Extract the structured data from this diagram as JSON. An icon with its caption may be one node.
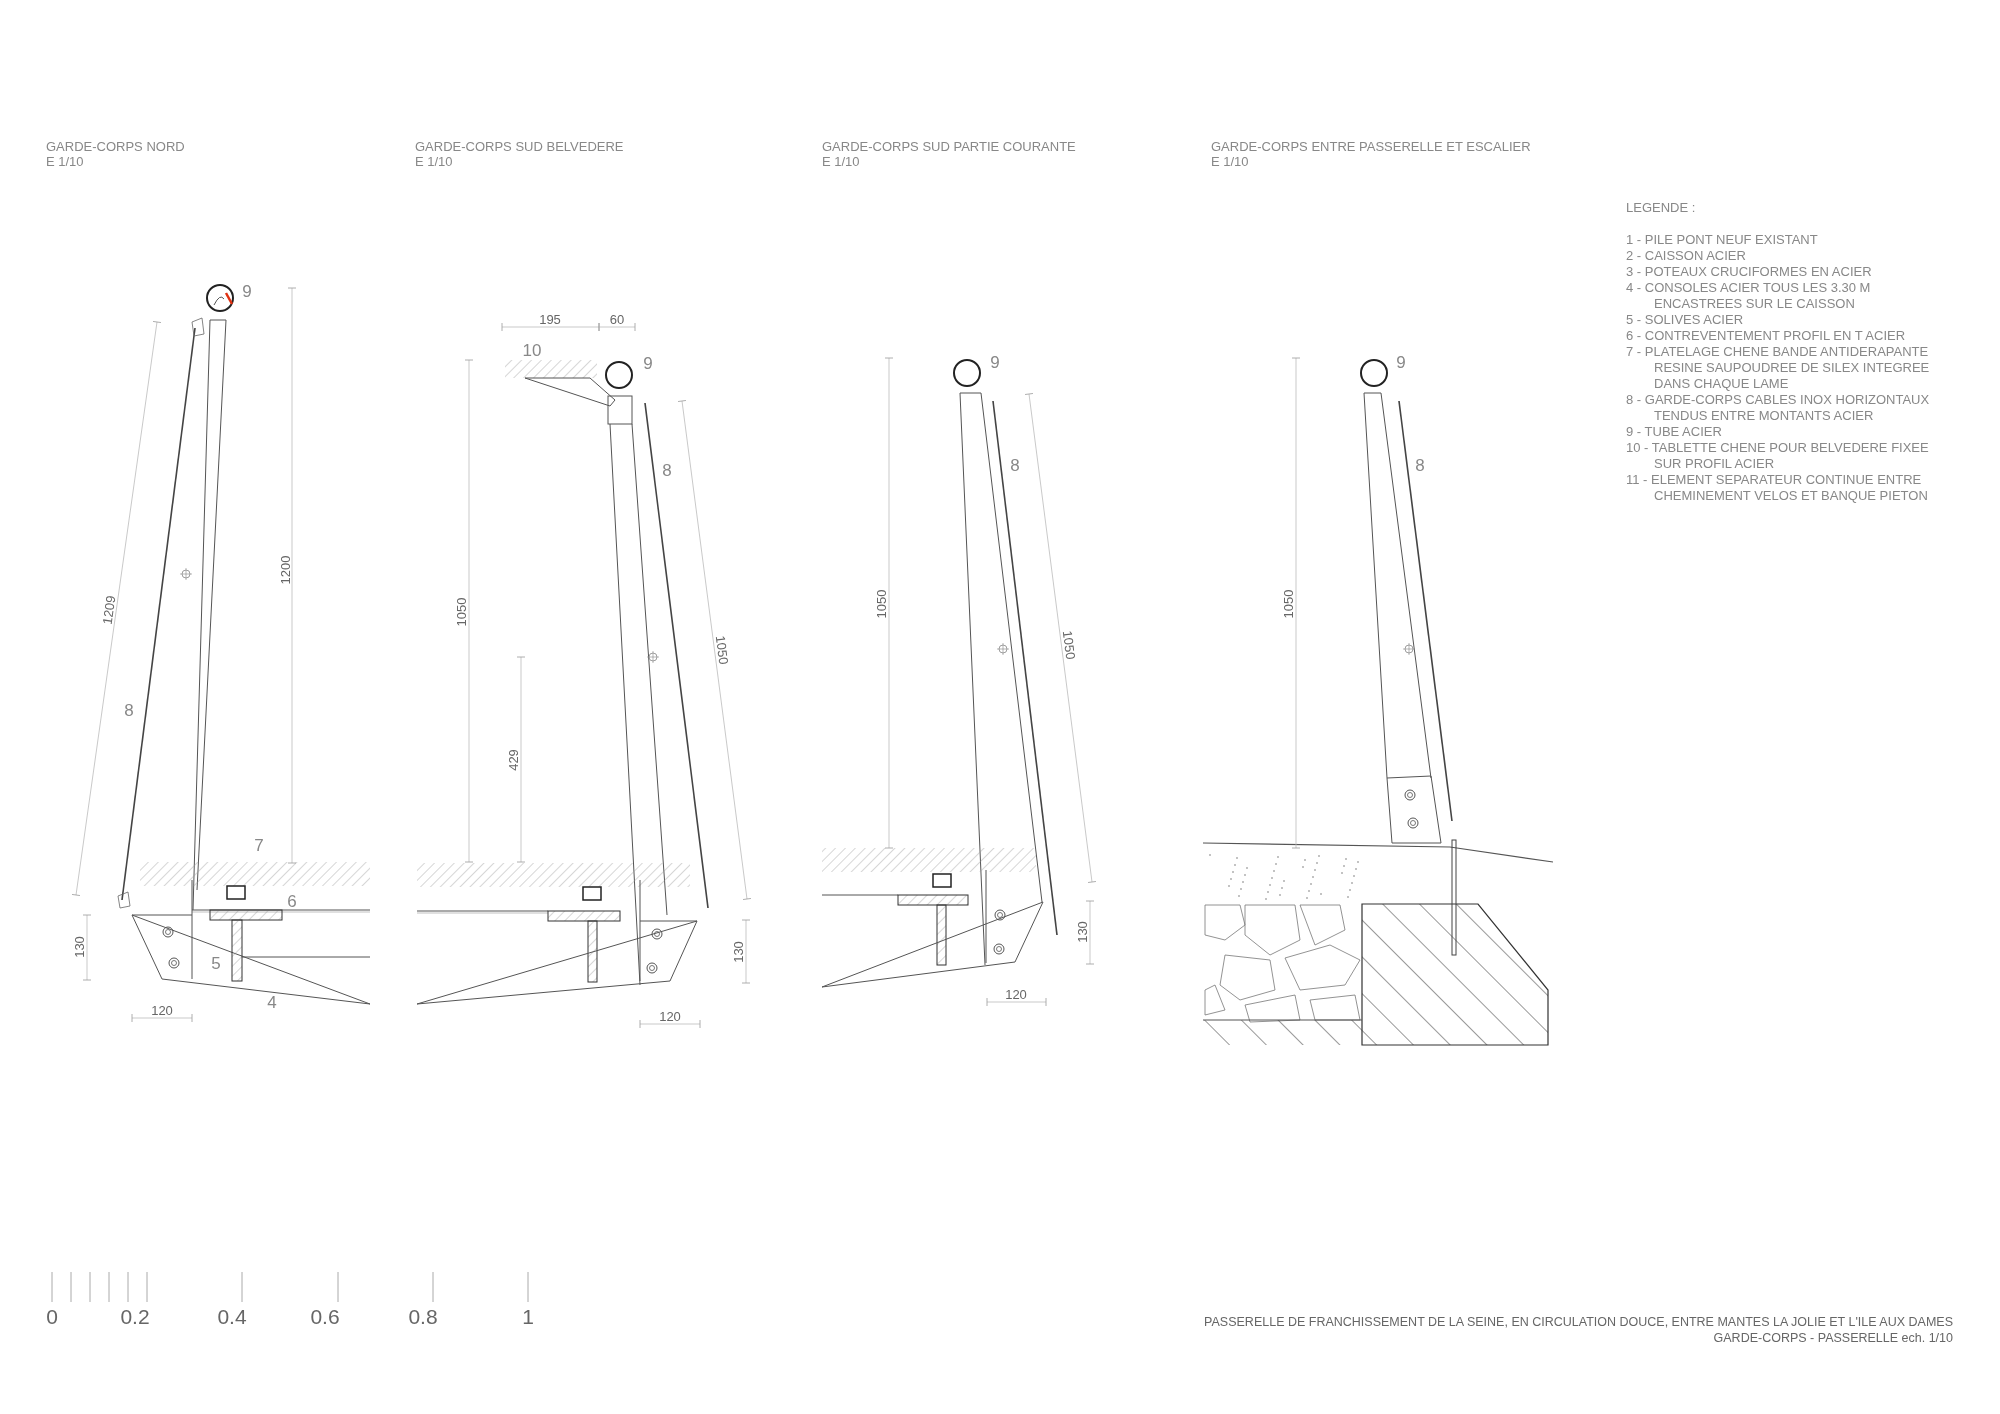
{
  "diagram": {
    "labels": [
      "GARDE-CORPS NORD",
      "E 1/10",
      "GARDE-CORPS SUD BELVEDERE",
      "E 1/10",
      "GARDE-CORPS SUD PARTIE COURANTE",
      "E 1/10",
      "GARDE-CORPS ENTRE PASSERELLE ET ESCALIER",
      "E 1/10",
      "LEGENDE :",
      "1 - PILE PONT NEUF EXISTANT",
      "2 - CAISSON ACIER",
      "3 - POTEAUX CRUCIFORMES EN ACIER",
      "4 - CONSOLES ACIER TOUS LES 3.30 M ENCASTREES SUR LE CAISSON",
      "5 - SOLIVES ACIER",
      "6 - CONTREVENTEMENT PROFIL EN T ACIER",
      "7 - PLATELAGE CHENE BANDE ANTIDERAPANTE RESINE SAUPOUDREE DE SILEX INTEGREE DANS CHAQUE LAME",
      "8 - GARDE-CORPS CABLES INOX HORIZONTAUX TENDUS ENTRE MONTANTS ACIER",
      "9 - TUBE ACIER",
      "10 - TABLETTE CHENE POUR BELVEDERE FIXEE SUR PROFIL ACIER",
      "11 - ELEMENT SEPARATEUR CONTINUE ENTRE CHEMINEMENT VELOS ET BANQUE PIETON",
      "9",
      "1209",
      "1200",
      "8",
      "7",
      "6",
      "5",
      "4",
      "130",
      "120",
      "195",
      "60",
      "10",
      "9",
      "8",
      "1050",
      "1050",
      "429",
      "130",
      "120",
      "9",
      "8",
      "1050",
      "1050",
      "130",
      "120",
      "9",
      "8",
      "1050",
      "0",
      "0.2",
      "0.4",
      "0.6",
      "0.8",
      "1",
      "PASSERELLE DE FRANCHISSEMENT DE LA SEINE, EN CIRCULATION DOUCE, ENTRE MANTES LA JOLIE ET L'ILE AUX DAMES",
      "GARDE-CORPS - PASSERELLE ech. 1/10"
    ]
  }
}
